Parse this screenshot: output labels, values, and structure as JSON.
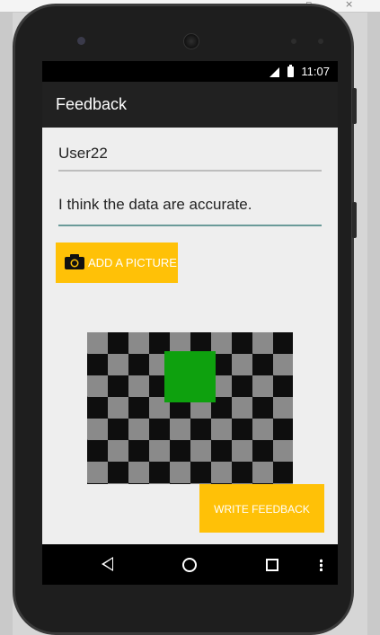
{
  "status_bar": {
    "time": "11:07"
  },
  "app_bar": {
    "title": "Feedback"
  },
  "form": {
    "name_value": "User22",
    "comment_value": "I think the data are accurate."
  },
  "buttons": {
    "add_picture": "ADD A PICTURE",
    "write_feedback": "WRITE FEEDBACK"
  },
  "colors": {
    "accent": "#ffc107",
    "app_bar": "#212121",
    "picture_square": "#0ea10e",
    "focused_underline": "#6a9a98"
  },
  "icons": {
    "add_picture": "camera-icon",
    "nav": [
      "back-icon",
      "home-icon",
      "recent-apps-icon",
      "overflow-menu-icon"
    ]
  }
}
